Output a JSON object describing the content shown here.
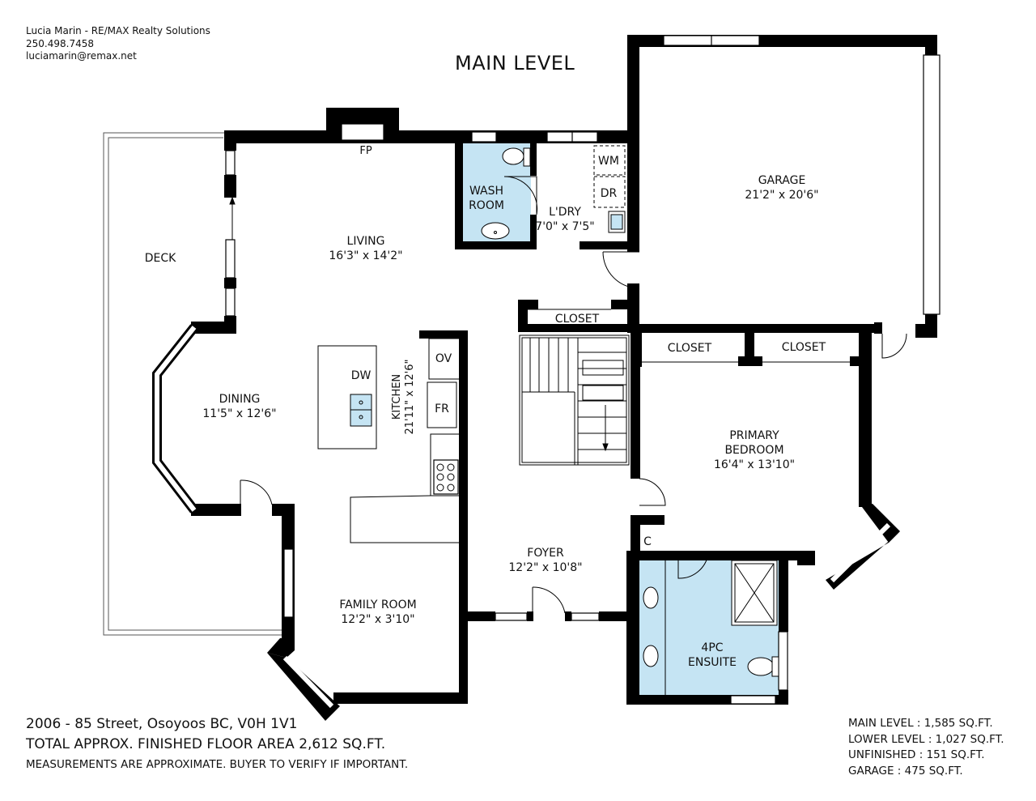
{
  "agent": {
    "name": "Lucia Marin - RE/MAX Realty Solutions",
    "phone": "250.498.7458",
    "email": "luciamarin@remax.net"
  },
  "plan_title": "MAIN LEVEL",
  "rooms": {
    "deck": {
      "name": "DECK"
    },
    "fireplace": {
      "name": "FP"
    },
    "washroom": {
      "name_line1": "WASH",
      "name_line2": "ROOM"
    },
    "laundry": {
      "name": "L'DRY",
      "size": "7'0\" x 7'5\""
    },
    "washer": {
      "name": "WM"
    },
    "dryer": {
      "name": "DR"
    },
    "garage": {
      "name": "GARAGE",
      "size": "21'2\" x 20'6\""
    },
    "living": {
      "name": "LIVING",
      "size": "16'3\" x 14'2\""
    },
    "closet_hall": {
      "name": "CLOSET"
    },
    "closet_bed_1": {
      "name": "CLOSET"
    },
    "closet_bed_2": {
      "name": "CLOSET"
    },
    "dishwasher": {
      "name": "DW"
    },
    "oven": {
      "name": "OV"
    },
    "fridge": {
      "name": "FR"
    },
    "kitchen": {
      "name": "KITCHEN",
      "size": "21'11\" x 12'6\""
    },
    "dining": {
      "name": "DINING",
      "size": "11'5\" x 12'6\""
    },
    "primary_bedroom": {
      "name_line1": "PRIMARY",
      "name_line2": "BEDROOM",
      "size": "16'4\" x 13'10\""
    },
    "small_closet": {
      "name": "C"
    },
    "foyer": {
      "name": "FOYER",
      "size": "12'2\" x 10'8\""
    },
    "family_room": {
      "name": "FAMILY ROOM",
      "size": "12'2\" x 3'10\""
    },
    "ensuite": {
      "name_line1": "4PC",
      "name_line2": "ENSUITE"
    }
  },
  "footer": {
    "address": "2006 - 85 Street, Osoyoos BC, V0H 1V1",
    "total_area": "TOTAL APPROX. FINISHED FLOOR AREA 2,612 SQ.FT.",
    "disclaimer": "MEASUREMENTS ARE APPROXIMATE. BUYER TO VERIFY IF IMPORTANT."
  },
  "area_summary": {
    "main_level": "MAIN LEVEL : 1,585 SQ.FT.",
    "lower_level": "LOWER LEVEL : 1,027 SQ.FT.",
    "unfinished": "UNFINISHED : 151 SQ.FT.",
    "garage": "GARAGE : 475 SQ.FT."
  },
  "colors": {
    "wall": "#000000",
    "wet_room_fill": "#c5e4f3",
    "background": "#ffffff"
  }
}
